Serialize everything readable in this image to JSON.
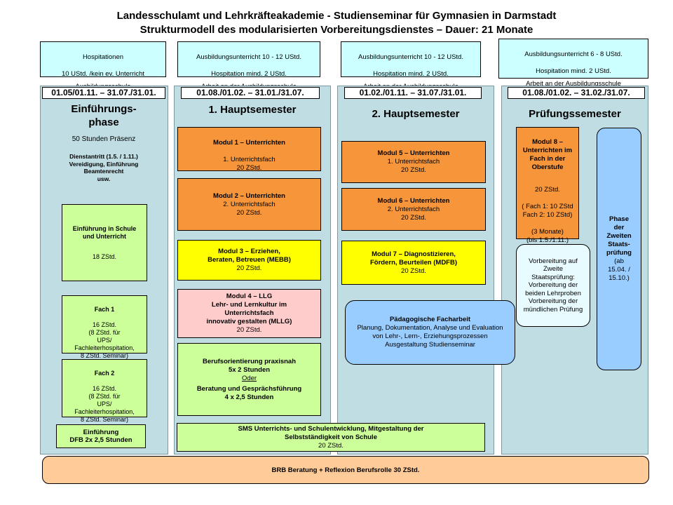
{
  "title_line1": "Landesschulamt und Lehrkräfteakademie  - Studienseminar für Gymnasien in Darmstadt",
  "title_line2": "Strukturmodell des modularisierten Vorbereitungsdienstes – Dauer: 21 Monate",
  "top_boxes": [
    {
      "line1": "Hospitationen",
      "line2": "10 UStd. /kein ev. Unterricht",
      "location": "Ausbildungsschule"
    },
    {
      "line1": "Ausbildungsunterricht 10 - 12 UStd.",
      "line2": "Hospitation mind. 2 UStd.",
      "location": "Arbeit an der Ausbildungsschule"
    },
    {
      "line1": "Ausbildungsunterricht 10 - 12 UStd.",
      "line2": "Hospitation mind. 2 UStd.",
      "location": "Arbeit an der Ausbildungsschule"
    },
    {
      "line1": "Ausbildungsunterricht 6 - 8 UStd.",
      "line2": "Hospitation  mind. 2 UStd.",
      "location": "Arbeit an der Ausbildungsschule"
    }
  ],
  "columns": [
    {
      "date": "01.05/01.11.  – 31.07./31.01.",
      "phase": "Einführungs-\nphase"
    },
    {
      "date": "01.08./01.02. – 31.01./31.07.",
      "phase": "1. Hauptsemester"
    },
    {
      "date": "01.02./01.11. – 31.07./31.01.",
      "phase": "2. Hauptsemester"
    },
    {
      "date": "01.08./01.02. – 31.02./31.07.",
      "phase": "Prüfungssemester"
    }
  ],
  "intro": {
    "presence": "50 Stunden Präsenz",
    "duties": "Dienstantritt (1.5. / 1.11.)\nVereidigung, Einführung\nBeamtenrecht\nusw.",
    "schule_title": "Einführung in Schule\n und Unterricht",
    "schule_hours": "18 ZStd.",
    "fach1_title": "Fach 1",
    "fach1_body": "16 ZStd.\n(8 ZStd. für\nUPS/\nFachleiterhospitation,\n8 ZStd. Seminar)",
    "fach2_title": "Fach 2",
    "fach2_body": "16 ZStd.\n(8 ZStd. für\nUPS/\nFachleiterhospitation,\n8 ZStd. Seminar)",
    "dfb": "Einführung\nDFB 2x 2,5 Stunden"
  },
  "sem1": {
    "m1_title": "Modul 1 – Unterrichten",
    "m1_body": "1. Unterrichtsfach\n20 ZStd.",
    "m2_title": "Modul 2 – Unterrichten",
    "m2_body": "2. Unterrichtsfach\n20 ZStd.",
    "m3_title": "Modul 3 – Erziehen,\nBeraten, Betreuen (MEBB)",
    "m3_body": "20 ZStd.",
    "m4_title": "Modul 4 – LLG\nLehr- und Lernkultur im\nUnterrichtsfach\ninnovativ gestalten (MLLG)",
    "m4_body": "20 ZStd.",
    "bo_title": "Berufsorientierung praxisnah\n5x 2 Stunden",
    "bo_or": "Oder",
    "bo_alt": "Beratung und Gesprächsführung\n4 x 2,5 Stunden",
    "sms_title": "SMS Unterrichts- und Schulentwicklung, Mitgestaltung der\nSelbstständigkeit von Schule",
    "sms_body": "20 ZStd."
  },
  "sem2": {
    "m5_title": "Modul 5 – Unterrichten",
    "m5_body": "1. Unterrichtsfach\n20 ZStd.",
    "m6_title": "Modul 6 – Unterrichten",
    "m6_body": "2. Unterrichtsfach\n20 ZStd.",
    "m7_title": "Modul 7 – Diagnostizieren,\nFördern, Beurteilen (MDFB)",
    "m7_body": "20 ZStd.",
    "pf_title": "Pädagogische Facharbeit",
    "pf_body": "Planung, Dokumentation, Analyse und Evaluation\nvon Lehr-, Lern-, Erziehungsprozessen\nAusgestaltung Studienseminar"
  },
  "exam": {
    "m8_title": "Modul 8 –\nUnterrichten im\nFach in der\nOberstufe",
    "m8_body": "20 ZStd.\n\n( Fach 1: 10 ZStd\n  Fach 2: 10 ZStd)\n\n(3 Monate)\n(bis 1.5./1.11.)",
    "phase_title": "Phase\nder\nZweiten\nStaats-\nprüfung",
    "phase_body": "(ab\n15.04. /\n15.10.)",
    "prep": "Vorbereitung auf\nZweite\nStaatsprüfung:\nVorbereitung der\nbeiden Lehrproben\nVorbereitung der\nmündlichen Prüfung"
  },
  "brb": "BRB   Beratung + Reflexion Berufsrolle  30 ZStd."
}
